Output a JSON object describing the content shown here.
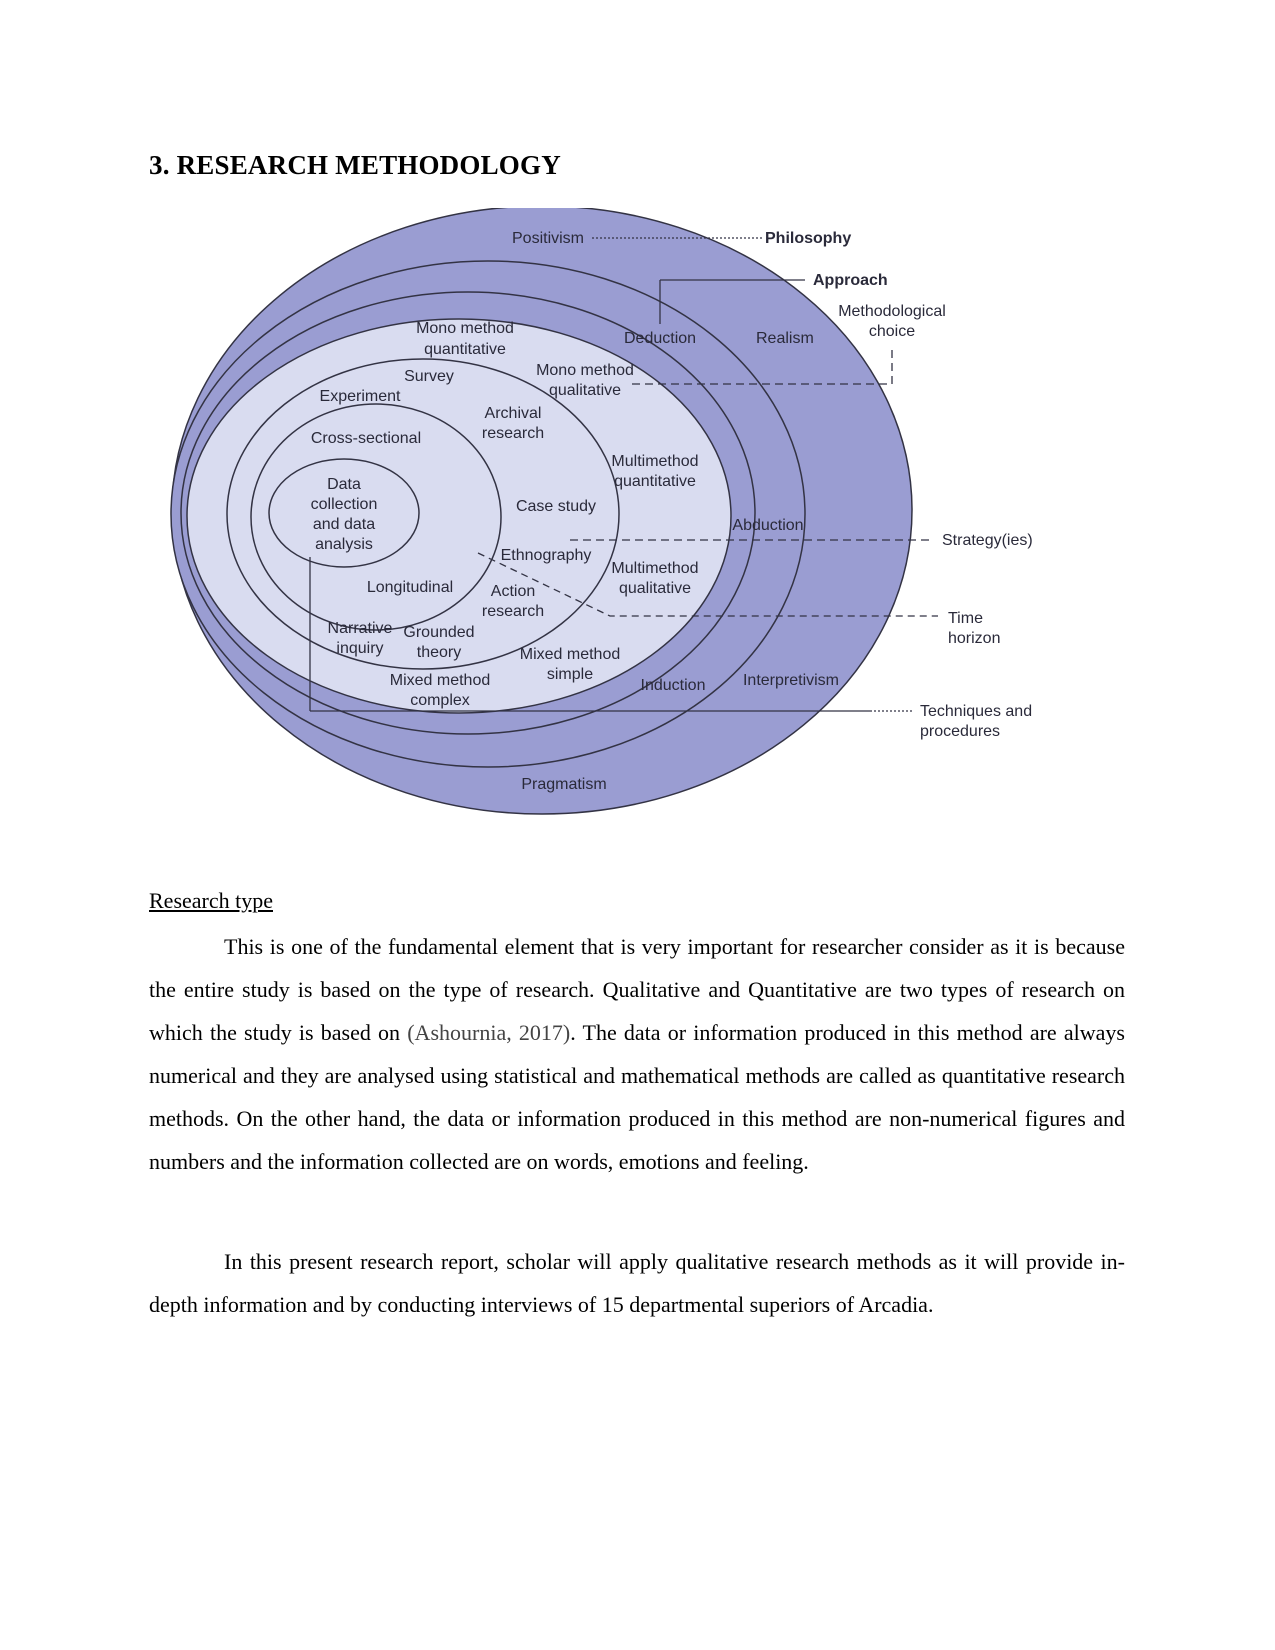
{
  "heading": "3. RESEARCH METHODOLOGY",
  "diagram": {
    "colors": {
      "outer_fill": "#9a9dd2",
      "inner_fill": "#d9dcf0",
      "line": "#333344"
    },
    "labels": {
      "positivism": "Positivism",
      "philosophy": "Philosophy",
      "approach": "Approach",
      "methodological_1": "Methodological",
      "methodological_2": "choice",
      "deduction": "Deduction",
      "realism": "Realism",
      "mono_quant_1": "Mono method",
      "mono_quant_2": "quantitative",
      "mono_qual_1": "Mono method",
      "mono_qual_2": "qualitative",
      "survey": "Survey",
      "experiment": "Experiment",
      "archival_1": "Archival",
      "archival_2": "research",
      "cross_sectional": "Cross-sectional",
      "multi_quant_1": "Multimethod",
      "multi_quant_2": "quantitative",
      "data_1": "Data",
      "data_2": "collection",
      "data_3": "and data",
      "data_4": "analysis",
      "case_study": "Case study",
      "abduction": "Abduction",
      "strategies": "Strategy(ies)",
      "ethnography": "Ethnography",
      "multi_qual_1": "Multimethod",
      "multi_qual_2": "qualitative",
      "longitudinal": "Longitudinal",
      "action_1": "Action",
      "action_2": "research",
      "time_1": "Time",
      "time_2": "horizon",
      "narrative_1": "Narrative",
      "narrative_2": "inquiry",
      "grounded_1": "Grounded",
      "grounded_2": "theory",
      "mixed_simple_1": "Mixed method",
      "mixed_simple_2": "simple",
      "induction": "Induction",
      "interpretivism": "Interpretivism",
      "mixed_complex_1": "Mixed method",
      "mixed_complex_2": "complex",
      "techniques_1": "Techniques and",
      "techniques_2": "procedures",
      "pragmatism": "Pragmatism"
    }
  },
  "section": {
    "title": "Research type",
    "para1_a": "This is one of the fundamental element that is very important for researcher consider as it is because the entire study is based on the type of research. Qualitative and Quantitative are two types of research on which the study is based on ",
    "para1_cite": "(Ashournia, 2017)",
    "para1_b": ". The data or information produced in this method are always numerical and they are analysed using statistical and mathematical methods are called as quantitative research methods. On the other hand, the data or information produced in this method are non-numerical figures and numbers and the information collected are on words, emotions and feeling.",
    "para2": "In this present research report, scholar will apply qualitative research methods as it will provide in-depth information and  by conducting interviews of 15 departmental superiors of Arcadia."
  }
}
